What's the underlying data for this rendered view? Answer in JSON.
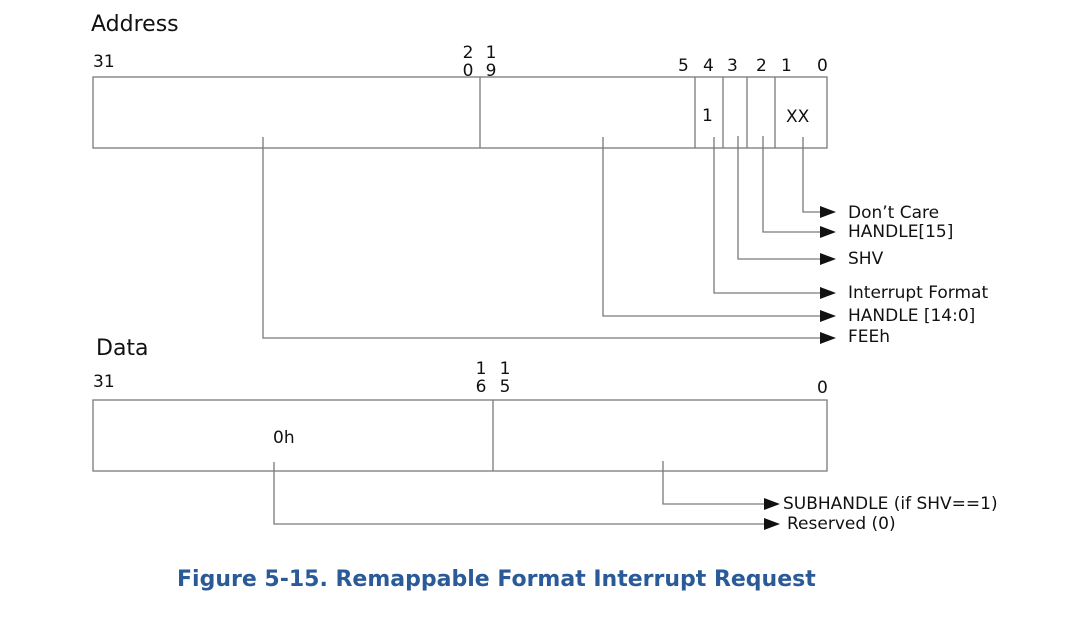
{
  "address": {
    "title": "Address",
    "bit_labels": {
      "b31": "31",
      "b20": [
        "2",
        "0"
      ],
      "b19": [
        "1",
        "9"
      ],
      "b5": "5",
      "b4": "4",
      "b3": "3",
      "b2": "2",
      "b1": "1",
      "b0": "0"
    },
    "cells": {
      "bit4_value": "1",
      "bits1_0_value": "XX"
    },
    "fields": [
      {
        "name": "Don’t Care",
        "bits": "1:0"
      },
      {
        "name": "HANDLE[15]",
        "bits": "2"
      },
      {
        "name": "SHV",
        "bits": "3"
      },
      {
        "name": "Interrupt Format",
        "bits": "4"
      },
      {
        "name": "HANDLE [14:0]",
        "bits": "19:5"
      },
      {
        "name": "FEEh",
        "bits": "31:20"
      }
    ]
  },
  "data": {
    "title": "Data",
    "bit_labels": {
      "b31": "31",
      "b16": [
        "1",
        "6"
      ],
      "b15": [
        "1",
        "5"
      ],
      "b0": "0"
    },
    "cells": {
      "upper_value": "0h"
    },
    "fields": [
      {
        "name": "SUBHANDLE (if SHV==1)",
        "bits": "15:0"
      },
      {
        "name": "Reserved (0)",
        "bits": "31:16"
      }
    ]
  },
  "caption": "Figure 5-15.  Remappable Format Interrupt Request",
  "colors": {
    "line": "#7a7a7a",
    "arrow": "#111111",
    "caption": "#2a5a98"
  }
}
